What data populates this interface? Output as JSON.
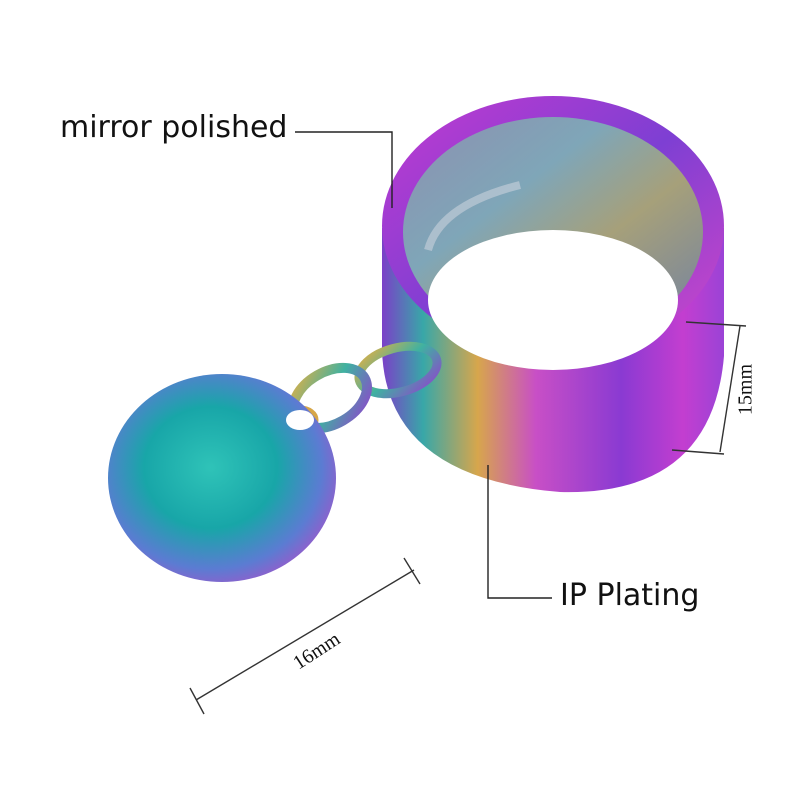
{
  "callouts": {
    "mirror": "mirror polished",
    "plating": "IP Plating"
  },
  "dimensions": {
    "height": "15mm",
    "diameter": "16mm"
  },
  "colors": {
    "background": "#ffffff",
    "magenta": "#c13fd6",
    "violet": "#6a3fd0",
    "teal": "#21b9a6",
    "gold": "#d9a948",
    "line": "#222222"
  }
}
